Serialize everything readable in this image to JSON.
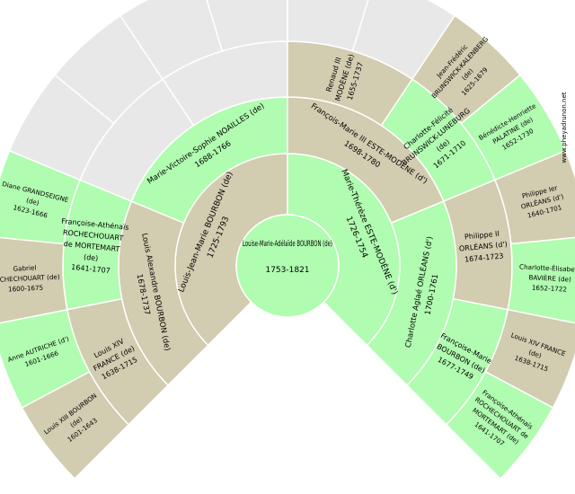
{
  "colors": {
    "green": "#b0fcb0",
    "tan": "#d2ccb0",
    "empty": "#e8e8e8",
    "stroke": "#ffffff"
  },
  "watermark": "www.pheyadrunon.net",
  "center": {
    "name": "Louise-Marie-Adélaïde BOURBON (de)",
    "dates": "1753-1821"
  },
  "ancestors": [
    {
      "ring": 1,
      "slot": 0,
      "fill": "tan",
      "name": "Louis-Jean-Marie BOURBON (de)",
      "dates": "1725-1793"
    },
    {
      "ring": 1,
      "slot": 1,
      "fill": "green",
      "name": "Marie-Thérèze ESTE-MODÈNE (d')",
      "dates": "1726-1754"
    },
    {
      "ring": 2,
      "slot": 0,
      "fill": "tan",
      "name": "Louis Alexandre BOURBON (de)",
      "dates": "1678-1737"
    },
    {
      "ring": 2,
      "slot": 1,
      "fill": "green",
      "name": "Marie-Victoire-Sophie NOAILLES (de)",
      "dates": "1688-1766"
    },
    {
      "ring": 2,
      "slot": 2,
      "fill": "tan",
      "name": "François-Marie III ESTE-MODÈNE (d')",
      "dates": "1698-1780"
    },
    {
      "ring": 2,
      "slot": 3,
      "fill": "green",
      "name": "Charlotte Aglaé ORLÉANS (d')",
      "dates": "1700-1761"
    },
    {
      "ring": 3,
      "slot": 0,
      "fill": "tan",
      "name": "Louis XIV FRANCE (de)",
      "dates": "1638-1715"
    },
    {
      "ring": 3,
      "slot": 1,
      "fill": "green",
      "name": "Françoise-Athénaïs ROCHECHOUART de MORTEMART (de)",
      "dates": "1641-1707"
    },
    {
      "ring": 3,
      "slot": 2,
      "fill": "empty"
    },
    {
      "ring": 3,
      "slot": 3,
      "fill": "empty"
    },
    {
      "ring": 3,
      "slot": 4,
      "fill": "tan",
      "name": "Renaud III MODÈNE (de)",
      "dates": "1655-1737"
    },
    {
      "ring": 3,
      "slot": 5,
      "fill": "green",
      "name": "Charlotte-Félicité BRUNSWICK-LUNEBURG (de)",
      "dates": "1671-1710"
    },
    {
      "ring": 3,
      "slot": 6,
      "fill": "tan",
      "name": "Philippe II ORLÉANS (d')",
      "dates": "1674-1723"
    },
    {
      "ring": 3,
      "slot": 7,
      "fill": "green",
      "name": "Françoise-Marie BOURBON (de)",
      "dates": "1677-1749"
    },
    {
      "ring": 4,
      "slot": 0,
      "fill": "tan",
      "name": "Louis XIII BOURBON (de)",
      "dates": "1601-1643"
    },
    {
      "ring": 4,
      "slot": 1,
      "fill": "green",
      "name": "Anne AUTRICHE (d')",
      "dates": "1601-1666"
    },
    {
      "ring": 4,
      "slot": 2,
      "fill": "tan",
      "name": "Gabriel ROCHECHOUART (de)",
      "dates": "1600-1675"
    },
    {
      "ring": 4,
      "slot": 3,
      "fill": "green",
      "name": "Diane GRANDSEIGNE (de)",
      "dates": "1623-1666"
    },
    {
      "ring": 4,
      "slot": 4,
      "fill": "empty"
    },
    {
      "ring": 4,
      "slot": 5,
      "fill": "empty"
    },
    {
      "ring": 4,
      "slot": 6,
      "fill": "empty"
    },
    {
      "ring": 4,
      "slot": 7,
      "fill": "empty"
    },
    {
      "ring": 4,
      "slot": 8,
      "fill": "empty"
    },
    {
      "ring": 4,
      "slot": 9,
      "fill": "empty"
    },
    {
      "ring": 4,
      "slot": 10,
      "fill": "tan",
      "name": "Jean-Frédéric BRUNSWICK-KALENBERG (de)",
      "dates": "1625-1679"
    },
    {
      "ring": 4,
      "slot": 11,
      "fill": "green",
      "name": "Bénédicte-Henriette PALATINE (de)",
      "dates": "1652-1730"
    },
    {
      "ring": 4,
      "slot": 12,
      "fill": "tan",
      "name": "Philippe Ier ORLÉANS (d')",
      "dates": "1640-1701"
    },
    {
      "ring": 4,
      "slot": 13,
      "fill": "green",
      "name": "Charlotte-Élisabeth BAVIÈRE (de)",
      "dates": "1652-1722"
    },
    {
      "ring": 4,
      "slot": 14,
      "fill": "tan",
      "name": "Louis XIV FRANCE (de)",
      "dates": "1638-1715"
    },
    {
      "ring": 4,
      "slot": 15,
      "fill": "green",
      "name": "Françoise-Athénaïs ROCHECHOUART de MORTEMART (de)",
      "dates": "1641-1707"
    }
  ]
}
